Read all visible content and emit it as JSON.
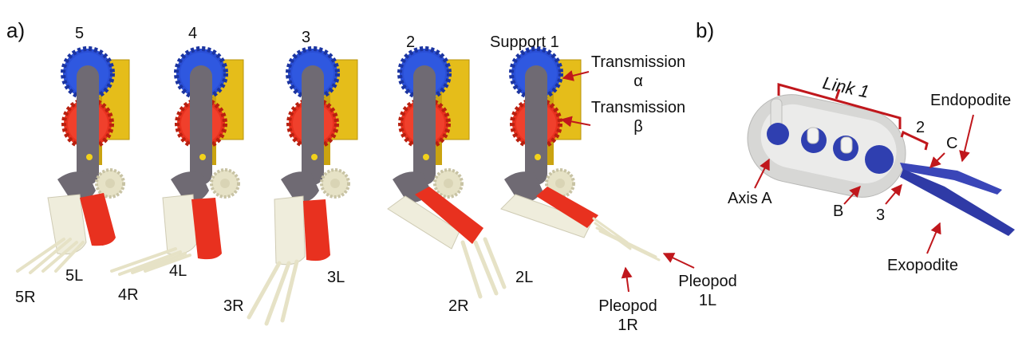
{
  "panels": {
    "a": "a)",
    "b": "b)"
  },
  "modules": [
    "5",
    "4",
    "3",
    "2"
  ],
  "support": "Support 1",
  "transmission_alpha": {
    "line1": "Transmission",
    "line2": "α"
  },
  "transmission_beta": {
    "line1": "Transmission",
    "line2": "β"
  },
  "legs": {
    "l5R": "5R",
    "l5L": "5L",
    "l4R": "4R",
    "l4L": "4L",
    "l3R": "3R",
    "l3L": "3L",
    "l2R": "2R",
    "l2L": "2L"
  },
  "pleopod_1R": {
    "line1": "Pleopod",
    "line2": "1R"
  },
  "pleopod_1L": {
    "line1": "Pleopod",
    "line2": "1L"
  },
  "panel_b_labels": {
    "link1": "Link 1",
    "two": "2",
    "endopodite": "Endopodite",
    "c": "C",
    "axis_a": "Axis A",
    "b": "B",
    "three": "3",
    "exopodite": "Exopodite"
  },
  "colors": {
    "blue_gear": "#2a4fd6",
    "red_gear": "#e8311f",
    "yellow_frame": "#e5bd1a",
    "gray_link": "#6f6a73",
    "cream": "#efeddc",
    "arrow": "#c0171c",
    "paddle_blue": "#3a46b8"
  }
}
